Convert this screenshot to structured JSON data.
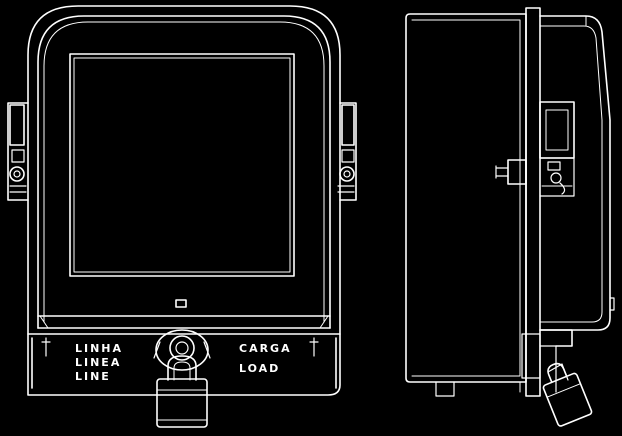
{
  "labels": {
    "line_1": "LINHA",
    "line_2": "LINEA",
    "line_3": "LINE",
    "load_1": "CARGA",
    "load_2": "LOAD"
  },
  "colors": {
    "background": "#000000",
    "stroke": "#ffffff"
  }
}
